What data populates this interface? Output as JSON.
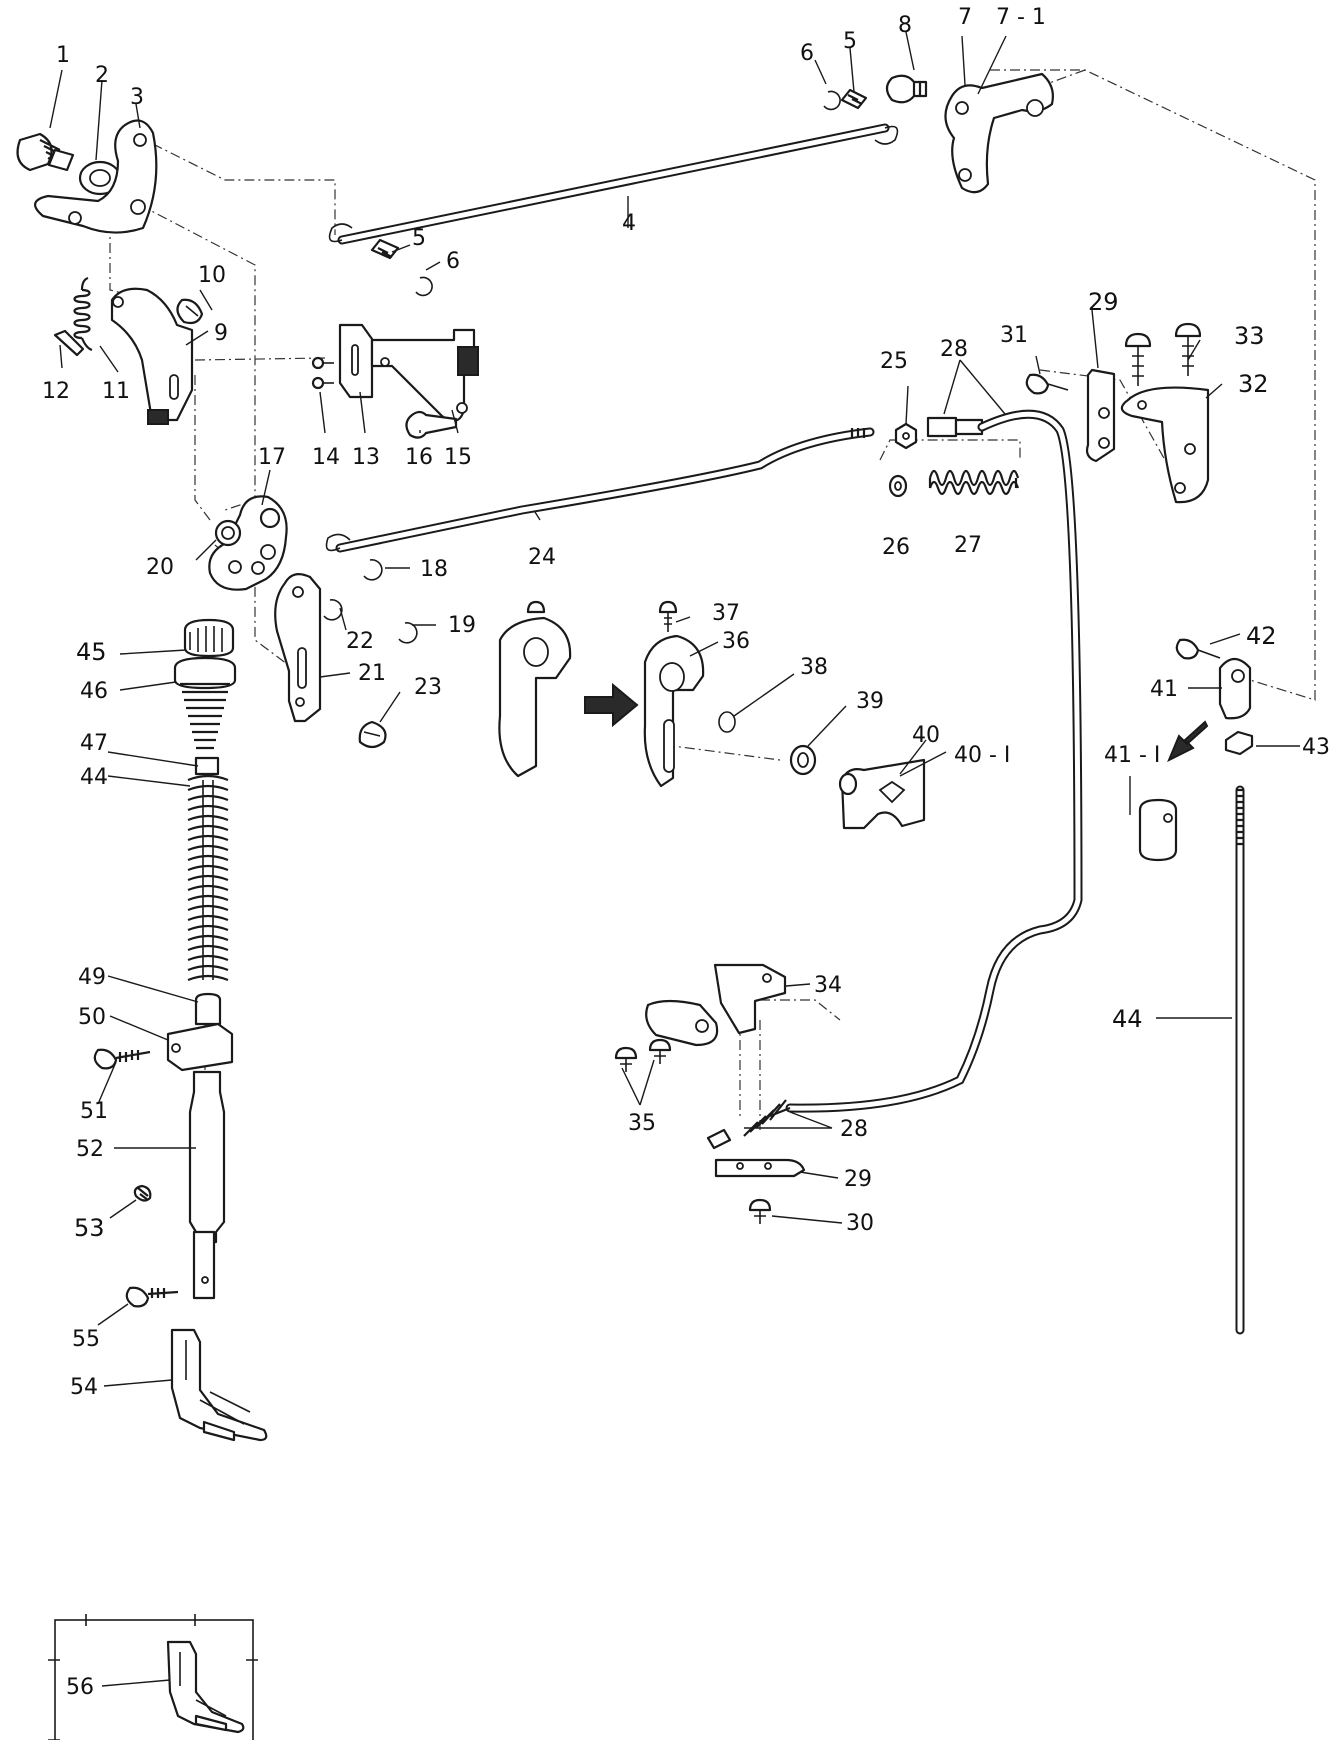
{
  "labels": {
    "p1": "1",
    "p2": "2",
    "p3": "3",
    "p4": "4",
    "p5a": "5",
    "p5b": "5",
    "p6a": "6",
    "p6b": "6",
    "p7": "7",
    "p7_1": "7 - 1",
    "p8": "8",
    "p9": "9",
    "p10": "10",
    "p11": "11",
    "p12": "12",
    "p13": "13",
    "p14": "14",
    "p15": "15",
    "p16": "16",
    "p17": "17",
    "p18": "18",
    "p19": "19",
    "p20": "20",
    "p21": "21",
    "p22": "22",
    "p23": "23",
    "p24": "24",
    "p25": "25",
    "p26": "26",
    "p27": "27",
    "p28a": "28",
    "p28b": "28",
    "p29a": "29",
    "p29b": "29",
    "p30": "30",
    "p31": "31",
    "p32": "32",
    "p33": "33",
    "p34": "34",
    "p35": "35",
    "p36": "36",
    "p37": "37",
    "p38": "38",
    "p39": "39",
    "p40": "40",
    "p40_1": "40 - I",
    "p41": "41",
    "p41_1": "41 - I",
    "p42": "42",
    "p43": "43",
    "p44a": "44",
    "p44b": "44",
    "p45": "45",
    "p46": "46",
    "p47": "47",
    "p49": "49",
    "p50": "50",
    "p51": "51",
    "p52": "52",
    "p53": "53",
    "p54": "54",
    "p55": "55",
    "p56": "56"
  },
  "colors": {
    "ink": "#1a1a1a",
    "paper": "#ffffff"
  },
  "icons": {
    "direction_arrow": "right-arrow-icon",
    "detail_arrow": "down-left-arrow-icon"
  }
}
